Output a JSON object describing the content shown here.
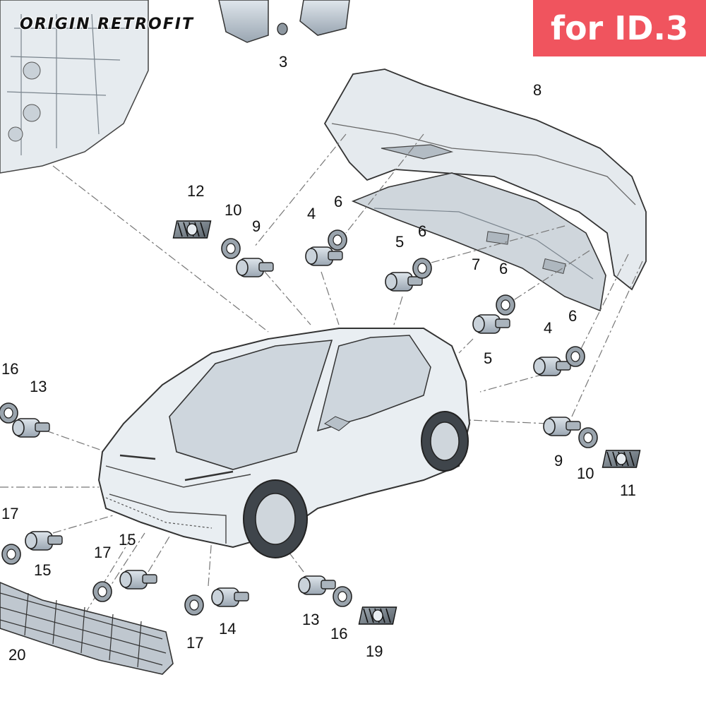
{
  "brand": "ORIGIN RETROFIT",
  "badge": "for ID.3",
  "badge_color": "#f0545e",
  "part_labels": [
    {
      "id": "3",
      "text": "3"
    },
    {
      "id": "8",
      "text": "8"
    },
    {
      "id": "12",
      "text": "12"
    },
    {
      "id": "10a",
      "text": "10"
    },
    {
      "id": "9a",
      "text": "9"
    },
    {
      "id": "4a",
      "text": "4"
    },
    {
      "id": "6a",
      "text": "6"
    },
    {
      "id": "5a",
      "text": "5"
    },
    {
      "id": "6b",
      "text": "6"
    },
    {
      "id": "7",
      "text": "7"
    },
    {
      "id": "6c",
      "text": "6"
    },
    {
      "id": "4b",
      "text": "4"
    },
    {
      "id": "6d",
      "text": "6"
    },
    {
      "id": "5b",
      "text": "5"
    },
    {
      "id": "16a",
      "text": "16"
    },
    {
      "id": "13a",
      "text": "13"
    },
    {
      "id": "9b",
      "text": "9"
    },
    {
      "id": "10b",
      "text": "10"
    },
    {
      "id": "11",
      "text": "11"
    },
    {
      "id": "17a",
      "text": "17"
    },
    {
      "id": "15a",
      "text": "15"
    },
    {
      "id": "17b",
      "text": "17"
    },
    {
      "id": "15b",
      "text": "15"
    },
    {
      "id": "14",
      "text": "14"
    },
    {
      "id": "17c",
      "text": "17"
    },
    {
      "id": "13b",
      "text": "13"
    },
    {
      "id": "16b",
      "text": "16"
    },
    {
      "id": "19",
      "text": "19"
    },
    {
      "id": "20",
      "text": "20"
    }
  ]
}
